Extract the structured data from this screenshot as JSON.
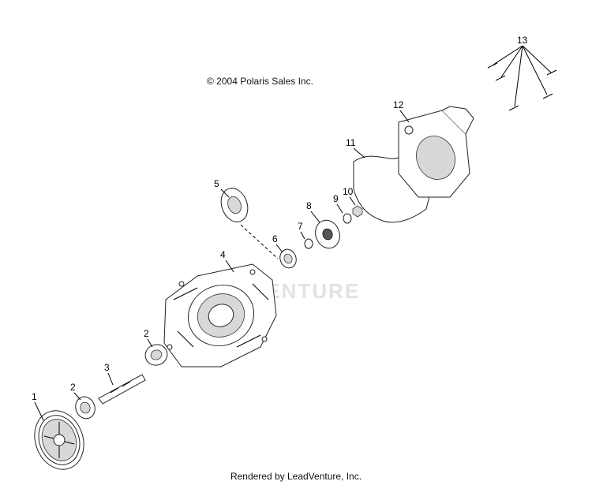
{
  "diagram": {
    "copyright": "© 2004 Polaris Sales Inc.",
    "footer": "Rendered by LeadVenture, Inc.",
    "watermark": "VENTURE",
    "callouts": [
      {
        "id": "1",
        "label": "1"
      },
      {
        "id": "2a",
        "label": "2"
      },
      {
        "id": "2b",
        "label": "2"
      },
      {
        "id": "3",
        "label": "3"
      },
      {
        "id": "4",
        "label": "4"
      },
      {
        "id": "5",
        "label": "5"
      },
      {
        "id": "6",
        "label": "6"
      },
      {
        "id": "7",
        "label": "7"
      },
      {
        "id": "8",
        "label": "8"
      },
      {
        "id": "9",
        "label": "9"
      },
      {
        "id": "10",
        "label": "10"
      },
      {
        "id": "11",
        "label": "11"
      },
      {
        "id": "12",
        "label": "12"
      },
      {
        "id": "13",
        "label": "13"
      }
    ]
  }
}
